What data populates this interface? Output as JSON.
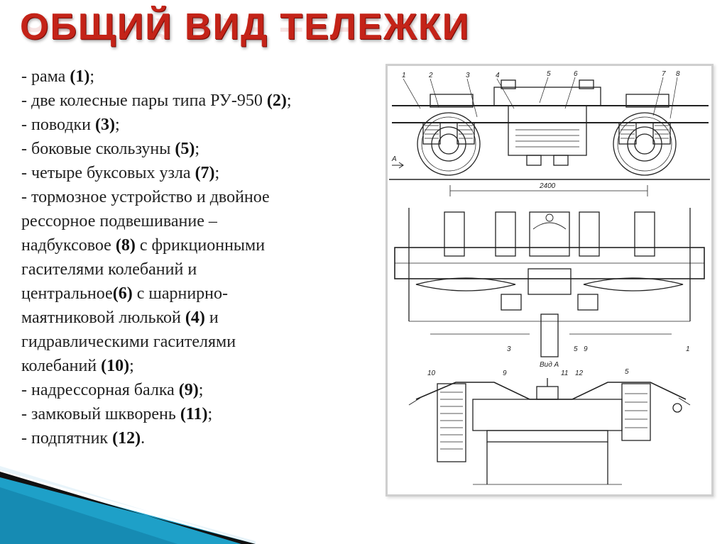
{
  "slide": {
    "title": "ОБЩИЙ ВИД ТЕЛЕЖКИ"
  },
  "spec_list": {
    "items": [
      {
        "pre": "- рама ",
        "num": "(1)",
        "post": ";"
      },
      {
        "pre": "- две колесные пары типа РУ-950 ",
        "num": "(2)",
        "post": ";"
      },
      {
        "pre": "- поводки ",
        "num": "(3)",
        "post": ";"
      },
      {
        "pre": "- боковые скользуны ",
        "num": "(5)",
        "post": ";"
      },
      {
        "pre": "- четыре буксовых узла ",
        "num": "(7)",
        "post": ";"
      },
      {
        "pre": "- тормозное устройство и двойное",
        "num": "",
        "post": ""
      },
      {
        "pre": "рессорное подвешивание –",
        "num": "",
        "post": ""
      },
      {
        "pre": "надбуксовое ",
        "num": "(8)",
        "post": " с фрикционными"
      },
      {
        "pre": "гасителями колебаний и",
        "num": "",
        "post": ""
      },
      {
        "pre": "центральное",
        "num": "(6)",
        "post": " с шарнирно-"
      },
      {
        "pre": "маятниковой люлькой ",
        "num": "(4)",
        "post": " и"
      },
      {
        "pre": "гидравлическими гасителями",
        "num": "",
        "post": ""
      },
      {
        "pre": "колебаний ",
        "num": "(10)",
        "post": ";"
      },
      {
        "pre": "- надрессорная балка ",
        "num": "(9)",
        "post": ";"
      },
      {
        "pre": "- замковый шкворень ",
        "num": "(11)",
        "post": ";"
      },
      {
        "pre": "- подпятник ",
        "num": "(12)",
        "post": "."
      }
    ]
  },
  "drawing": {
    "top_callouts": [
      "1",
      "2",
      "3",
      "4",
      "5",
      "6",
      "7",
      "8"
    ],
    "side_label": "А",
    "dimension": "2400",
    "plan_callouts": [
      "3",
      "5",
      "9",
      "1"
    ],
    "view_label": "Вид А",
    "section_callouts": [
      "10",
      "9",
      "11",
      "12",
      "5"
    ]
  },
  "colors": {
    "title": "#c42318",
    "text": "#222222",
    "stripe_cyan": "#1ea0c8",
    "stripe_dark": "#111111"
  }
}
